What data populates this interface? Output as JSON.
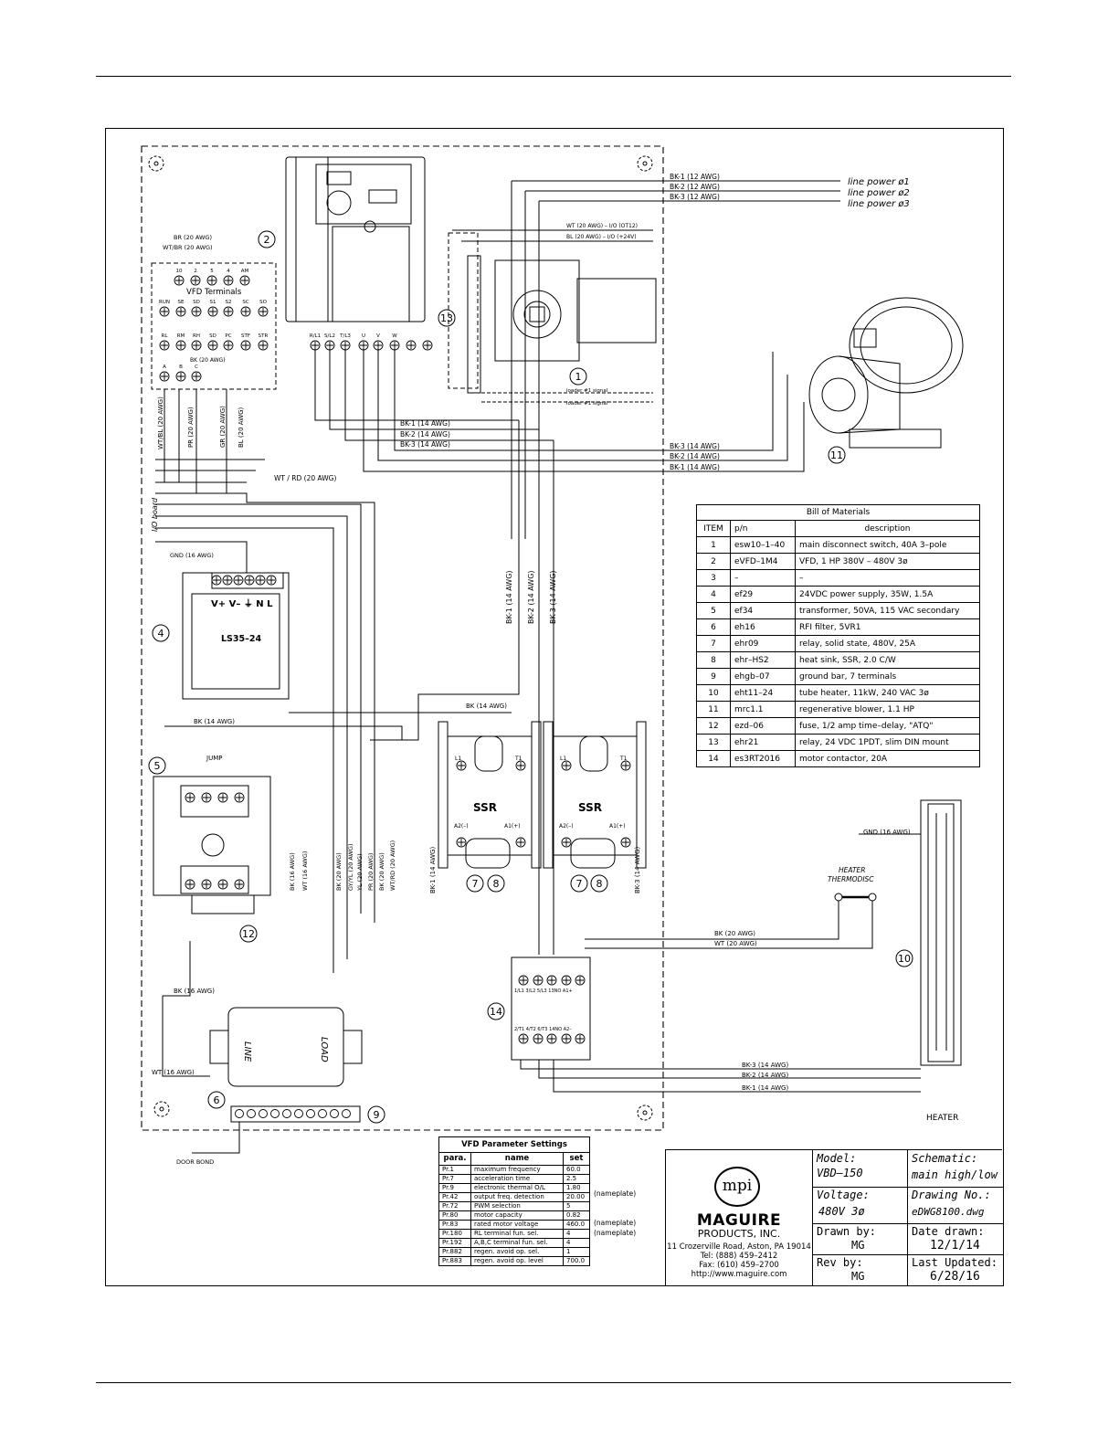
{
  "wire_labels": {
    "line1": "BK-1 (12 AWG)",
    "line2": "BK-2 (12 AWG)",
    "line3": "BK-3 (12 AWG)",
    "power1": "line power ø1",
    "power2": "line power ø2",
    "power3": "line power ø3",
    "wt_io": "WT (20 AWG) – I/O (OT12)",
    "bl_io": "BL (20 AWG) – I/O (+24V)",
    "br": "BR (20 AWG)",
    "wtbr": "WT/BR (20 AWG)",
    "bk20": "BK (20 AWG)",
    "vfd_bk1": "BK-1 (14 AWG)",
    "vfd_bk2": "BK-2 (14 AWG)",
    "vfd_bk3": "BK-3 (14 AWG)",
    "mot_bk3": "BK-3 (14 AWG)",
    "mot_bk2": "BK-2 (14 AWG)",
    "mot_bk1": "BK-1 (14 AWG)",
    "wtbl": "WT/BL (20 AWG)",
    "pr": "PR (20 AWG)",
    "gr_v": "GR (20 AWG)",
    "bl_v": "BL (20 AWG)",
    "wtrd": "WT / RD (20 AWG)",
    "io_board": "I/O board",
    "gnd16": "GND (16 AWG)",
    "v_bk1": "BK-1 (14 AWG)",
    "v_bk2": "BK-2 (14 AWG)",
    "v_bk3": "BK-3 (14 AWG)",
    "bk14a": "BK (14 AWG)",
    "bk14b": "BK (14 AWG)",
    "ssr_bk1": "BK-1 (14 AWG)",
    "ssr_bk3": "BK-3 (14 AWG)",
    "bk16": "BK (16 AWG)",
    "wt16": "WT (16 AWG)",
    "vb1": "BK (16 AWG)",
    "vb2": "WT (16 AWG)",
    "vb3": "BK (20 AWG)",
    "vb4": "GY/YL (20 AWG)",
    "vb5": "YL (20 AWG)",
    "vb6": "PR (20 AWG)",
    "vb7": "BK (20 AWG)",
    "vb8": "WT/RD (20 AWG)",
    "heat_gnd": "GND (16 AWG)",
    "therm_bk": "BK (20 AWG)",
    "therm_wt": "WT (20 AWG)",
    "h_bk3": "BK-3 (14 AWG)",
    "h_bk2": "BK-2 (14 AWG)",
    "h_bk1": "BK-1 (14 AWG)",
    "loader1": "loader #1 signal",
    "loader2": "loader #1 signal",
    "door_bond": "DOOR BOND"
  },
  "component_labels": {
    "vfd_terminals": "VFD Terminals",
    "vfd_top": [
      "10",
      "2",
      "5",
      "4",
      "AM"
    ],
    "vfd_mid": [
      "RUN",
      "SE",
      "SD",
      "S1",
      "S2",
      "SC",
      "SO"
    ],
    "vfd_bot": [
      "RL",
      "RM",
      "RH",
      "SD",
      "PC",
      "STF",
      "STR"
    ],
    "vfd_abc": [
      "A",
      "B",
      "C"
    ],
    "vfd_power": [
      "R/L1",
      "S/L2",
      "T/L3",
      "U",
      "V",
      "W"
    ],
    "ps_terms": "V+ V– ⏚ N L",
    "ps_model": "LS35–24",
    "jump": "JUMP",
    "ssr": "SSR",
    "ssr_l1": "L1",
    "ssr_t1": "T1",
    "ssr_a2": "A2(–)",
    "ssr_a1": "A1(+)",
    "contactor_top": "1/L1 3/L2 5/L3 13NO A1+",
    "contactor_bot": "2/T1 4/T2 6/T3 14NO A2–",
    "line": "LINE",
    "load": "LOAD",
    "thermodisc1": "HEATER",
    "thermodisc2": "THERMODISC",
    "heater": "HEATER",
    "callouts": [
      "1",
      "2",
      "4",
      "5",
      "6",
      "7",
      "8",
      "7",
      "8",
      "9",
      "10",
      "11",
      "12",
      "13",
      "14"
    ]
  },
  "bom": {
    "title": "Bill of Materials",
    "headers": [
      "ITEM",
      "p/n",
      "description"
    ],
    "rows": [
      [
        "1",
        "esw10–1–40",
        "main disconnect switch, 40A 3–pole"
      ],
      [
        "2",
        "eVFD–1M4",
        "VFD, 1 HP 380V – 480V 3ø"
      ],
      [
        "3",
        "–",
        "–"
      ],
      [
        "4",
        "ef29",
        "24VDC power supply, 35W, 1.5A"
      ],
      [
        "5",
        "ef34",
        "transformer, 50VA, 115 VAC secondary"
      ],
      [
        "6",
        "eh16",
        "RFI filter, 5VR1"
      ],
      [
        "7",
        "ehr09",
        "relay, solid state, 480V, 25A"
      ],
      [
        "8",
        "ehr–HS2",
        "heat sink, SSR, 2.0 C/W"
      ],
      [
        "9",
        "ehgb–07",
        "ground bar, 7 terminals"
      ],
      [
        "10",
        "eht11–24",
        "tube heater, 11kW, 240 VAC 3ø"
      ],
      [
        "11",
        "mrc1.1",
        "regenerative blower, 1.1 HP"
      ],
      [
        "12",
        "ezd–06",
        "fuse, 1/2 amp time–delay, \"ATQ\""
      ],
      [
        "13",
        "ehr21",
        "relay, 24 VDC 1PDT, slim DIN mount"
      ],
      [
        "14",
        "es3RT2016",
        "motor contactor, 20A"
      ]
    ]
  },
  "vfd_params": {
    "title": "VFD Parameter Settings",
    "headers": [
      "para.",
      "name",
      "set"
    ],
    "rows": [
      [
        "Pr.1",
        "maximum frequency",
        "60.0"
      ],
      [
        "Pr.7",
        "acceleration time",
        "2.5"
      ],
      [
        "Pr.9",
        "electronic thermal O/L",
        "1.80"
      ],
      [
        "Pr.42",
        "output freq. detection",
        "20.00"
      ],
      [
        "Pr.72",
        "PWM selection",
        "5"
      ],
      [
        "Pr.80",
        "motor capacity",
        "0.82"
      ],
      [
        "Pr.83",
        "rated motor voltage",
        "460.0"
      ],
      [
        "Pr.180",
        "RL terminal fun. sel.",
        "4"
      ],
      [
        "Pr.192",
        "A,B,C terminal fun. sel.",
        "4"
      ],
      [
        "Pr.882",
        "regen. avoid op. sel.",
        "1"
      ],
      [
        "Pr.883",
        "regen. avoid op. level",
        "700.0"
      ]
    ],
    "notes": [
      "(nameplate)",
      "(nameplate)",
      "(nameplate)"
    ]
  },
  "title_block": {
    "logo_mark": "mpi",
    "company": "MAGUIRE",
    "company2": "PRODUCTS, INC.",
    "address": "11 Crozerville Road, Aston, PA 19014",
    "tel": "Tel: (888) 459–2412",
    "fax": "Fax: (610) 459–2700",
    "web": "http://www.maguire.com",
    "model_label": "Model:",
    "model": "VBD–150",
    "schematic_label": "Schematic:",
    "schematic": "main high/low",
    "voltage_label": "Voltage:",
    "voltage": "480V 3ø",
    "drawing_label": "Drawing No.:",
    "drawing": "eDWG8100.dwg",
    "drawn_label": "Drawn by:",
    "drawn": "MG",
    "date_label": "Date drawn:",
    "date": "12/1/14",
    "rev_label": "Rev by:",
    "rev": "MG",
    "updated_label": "Last Updated:",
    "updated": "6/28/16"
  }
}
